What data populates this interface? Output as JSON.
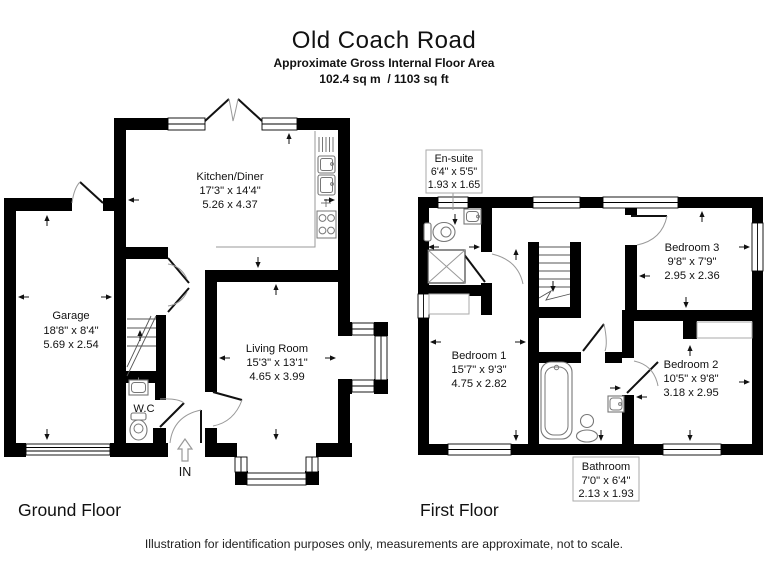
{
  "header": {
    "title": "Old Coach Road",
    "subtitle": "Approximate Gross Internal Floor Area",
    "area": "102.4 sq m  / 1103 sq ft"
  },
  "footer": {
    "disclaimer": "Illustration for identification purposes only, measurements are approximate, not to scale."
  },
  "colors": {
    "wall": "#000000",
    "fixture_line": "#777777",
    "door_arc": "#999999"
  },
  "ground_floor": {
    "label": "Ground Floor",
    "entrance_label": "IN",
    "rooms": {
      "kitchen_diner": {
        "name": "Kitchen/Diner",
        "imperial": "17'3\" x 14'4\"",
        "metric": "5.26 x 4.37"
      },
      "garage": {
        "name": "Garage",
        "imperial": "18'8\" x 8'4\"",
        "metric": "5.69 x 2.54"
      },
      "living_room": {
        "name": "Living Room",
        "imperial": "15'3\" x 13'1\"",
        "metric": "4.65 x 3.99"
      },
      "wc": {
        "name": "W.C"
      }
    }
  },
  "first_floor": {
    "label": "First Floor",
    "rooms": {
      "en_suite": {
        "name": "En-suite",
        "imperial": "6'4\" x 5'5\"",
        "metric": "1.93 x 1.65"
      },
      "bedroom_1": {
        "name": "Bedroom 1",
        "imperial": "15'7\" x 9'3\"",
        "metric": "4.75 x 2.82"
      },
      "bedroom_2": {
        "name": "Bedroom  2",
        "imperial": "10'5\" x 9'8\"",
        "metric": "3.18 x 2.95"
      },
      "bedroom_3": {
        "name": "Bedroom 3",
        "imperial": "9'8\" x 7'9\"",
        "metric": "2.95 x 2.36"
      },
      "bathroom": {
        "name": "Bathroom",
        "imperial": "7'0\" x 6'4\"",
        "metric": "2.13 x 1.93"
      }
    }
  }
}
